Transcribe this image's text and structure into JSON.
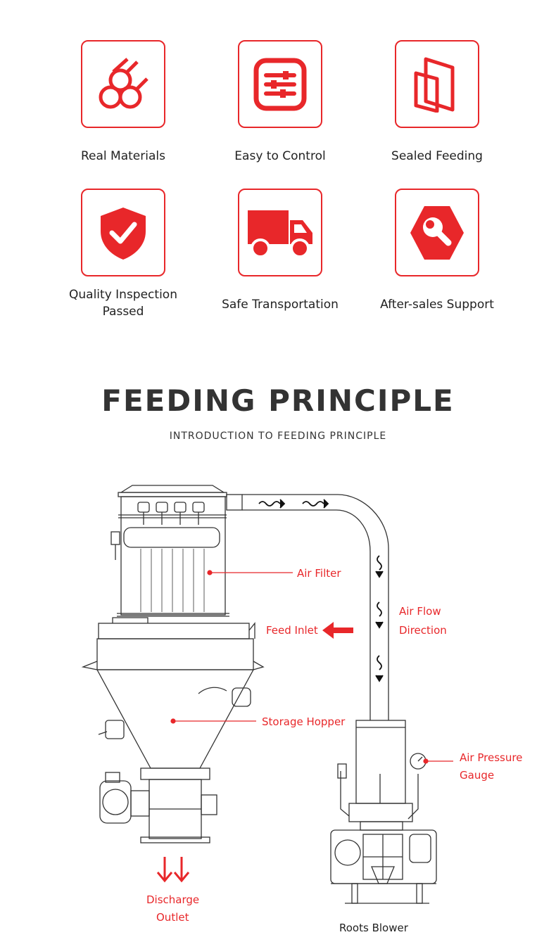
{
  "features": [
    {
      "label": "Real Materials",
      "icon": "pipes-icon"
    },
    {
      "label": "Easy to Control",
      "icon": "sliders-icon"
    },
    {
      "label": "Sealed Feeding",
      "icon": "sealed-door-icon"
    },
    {
      "label": "Quality Inspection\nPassed",
      "icon": "shield-check-icon"
    },
    {
      "label": "Safe Transportation",
      "icon": "truck-icon"
    },
    {
      "label": "After-sales Support",
      "icon": "wrench-icon"
    }
  ],
  "section": {
    "title": "FEEDING PRINCIPLE",
    "subtitle": "INTRODUCTION TO FEEDING PRINCIPLE"
  },
  "diagram": {
    "air_filter": "Air Filter",
    "air_flow": "Air Flow",
    "direction": "Direction",
    "feed_inlet": "Feed Inlet",
    "storage_hopper": "Storage Hopper",
    "air_pressure": "Air Pressure",
    "gauge": "Gauge",
    "discharge": "Discharge",
    "outlet": "Outlet",
    "roots_blower": "Roots Blower"
  },
  "colors": {
    "accent": "#e8272a",
    "line": "#333333",
    "text": "#222222"
  }
}
